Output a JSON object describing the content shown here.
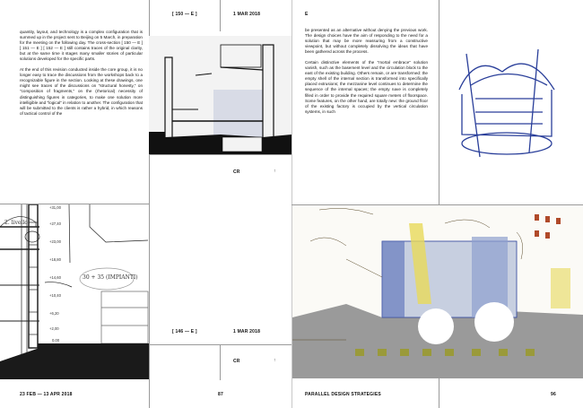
{
  "left_page": {
    "paragraphs": [
      "quantity, layout, and technology is a complex configuration that is summed up in the project sent to Beijing on 5 March, in preparation for the meeting on the following day. The cross-section [ 150 — E ] [ 151 — E ] [ 152 — E ] still contains traces of the original clarity, but at the same time it stages many smaller stories of particular solutions developed for the specific parts.",
      "At the end of this revision conducted inside the core group, it is no longer easy to trace the discussions from the workshops back to a recognizable figure in the section. Looking at these drawings, one might see traces of the discussions on \"structural honesty,\" on \"composition of fragments,\" on the (rhetorical) necessity of distinguishing figures in categories, to make one solution more intelligible and \"logical\" in relation to another. The configuration that will be submitted to the clients is rather a hybrid, in which reasons of tactical control of the"
    ],
    "elevation_labels": [
      "+31,00",
      "+27,40",
      "+23,00",
      "+18,80",
      "+14,60",
      "+10,40",
      "+6,20",
      "+2,00",
      "0,00"
    ],
    "sketch_note": "30 + 35 (IMPIANTI)",
    "figure_top": {
      "ref": "[ 150 — E ]",
      "date": "1 MAR 2018",
      "code": "CR",
      "arrow": "↑"
    },
    "figure_bottom": {
      "ref": "[ 146 — E ]",
      "date": "1 MAR 2018",
      "code": "CR",
      "arrow": "↑"
    },
    "footer": {
      "dates": "23 FEB — 13 APR 2018",
      "page": "87"
    }
  },
  "right_page": {
    "section_letter": "E",
    "paragraphs": [
      "be presented as an alternative without denying the previous work. The design choices have the aim of responding to the need for a solution that may be more reassuring from a constructive viewpoint, but without completely dissolving the ideas that have been gathered across the process.",
      "Certain distinctive elements of the \"mortal embrace\" solution vanish, such as the basement level and the circulation block to the east of the existing building. Others remain, or are transformed: the empty shell of the internal section is transformed into specifically placed extrusions; the mezzanine level continues to determine the sequence of the internal spaces; the empty nave is completely filled in order to provide the required square meters of floorspace. Some features, on the other hand, are totally new: the ground floor of the existing factory is occupied by the vertical circulation systems, in such"
    ],
    "footer": {
      "title": "PARALLEL DESIGN STRATEGIES",
      "page": "96"
    }
  },
  "colors": {
    "ink": "#111111",
    "sketch_blue": "#2a3f9a",
    "ground": "#1a1a1a",
    "highlight_yellow": "#e8d95a",
    "sketch_brown": "#8a5a2a"
  }
}
